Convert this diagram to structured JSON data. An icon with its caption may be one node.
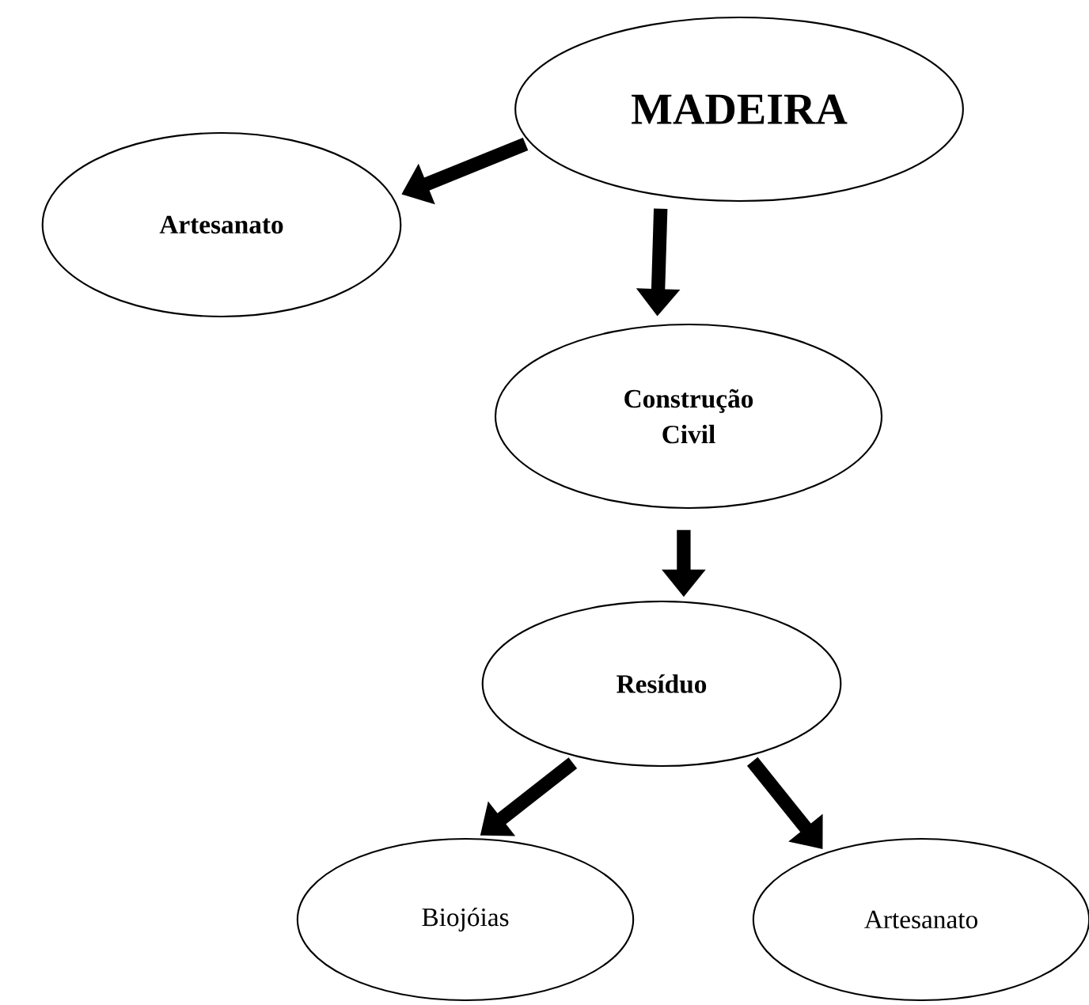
{
  "diagram": {
    "nodes": [
      {
        "text": [
          "MADEIRA"
        ]
      },
      {
        "text": [
          "Artesanato"
        ]
      },
      {
        "text": [
          "Construção Civil"
        ]
      },
      {
        "text": [
          "Resíduo"
        ]
      },
      {
        "text": [
          "Biojóias"
        ]
      },
      {
        "text": [
          "Artesanato"
        ]
      }
    ],
    "edges": [
      {
        "from": 0,
        "to": 1,
        "arrow": "to"
      },
      {
        "from": 0,
        "to": 2,
        "arrow": "to"
      },
      {
        "from": 2,
        "to": 3,
        "arrow": "to"
      },
      {
        "from": 3,
        "to": 4,
        "arrow": "to"
      },
      {
        "from": 3,
        "to": 5,
        "arrow": "to"
      }
    ]
  }
}
